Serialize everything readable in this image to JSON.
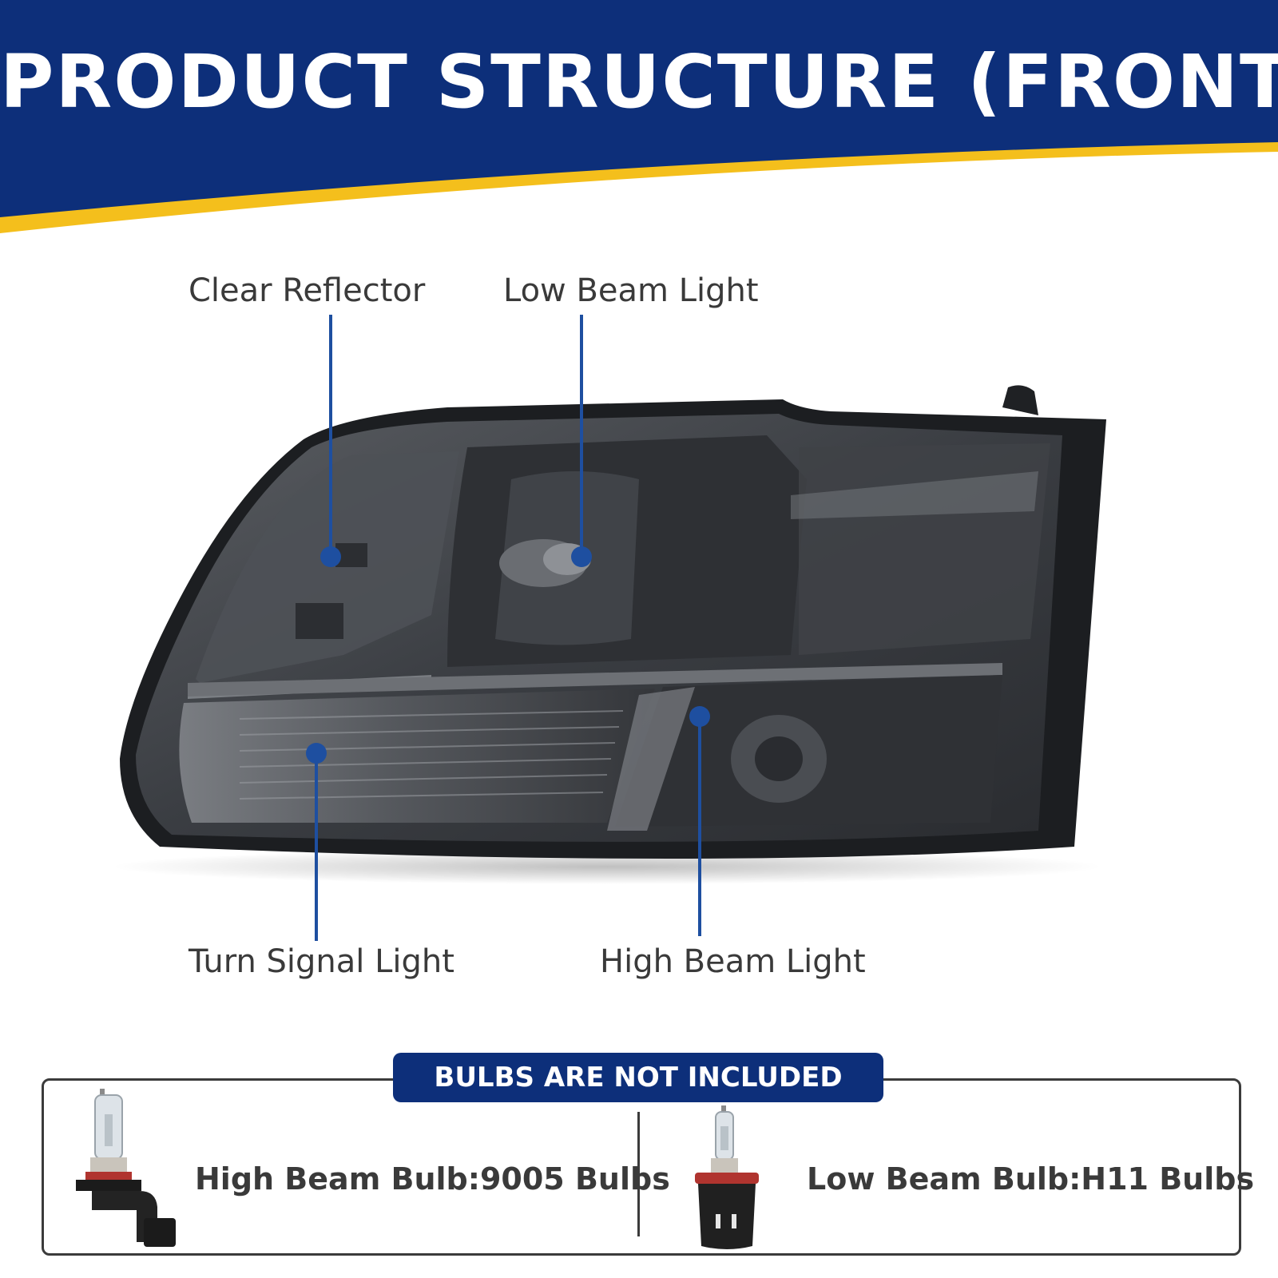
{
  "banner": {
    "title": "PRODUCT STRUCTURE (FRONT)",
    "colors": {
      "navy": "#0d2f7a",
      "gold": "#f4bf1c"
    }
  },
  "callouts": {
    "clear_reflector": "Clear Reflector",
    "low_beam_light": "Low Beam Light",
    "turn_signal_light": "Turn Signal Light",
    "high_beam_light": "High Beam Light",
    "marker_color": "#1e4fa0"
  },
  "bulbs": {
    "notice": "BULBS ARE NOT INCLUDED",
    "high_beam": "High Beam Bulb:9005 Bulbs",
    "low_beam": "Low Beam Bulb:H11 Bulbs"
  }
}
